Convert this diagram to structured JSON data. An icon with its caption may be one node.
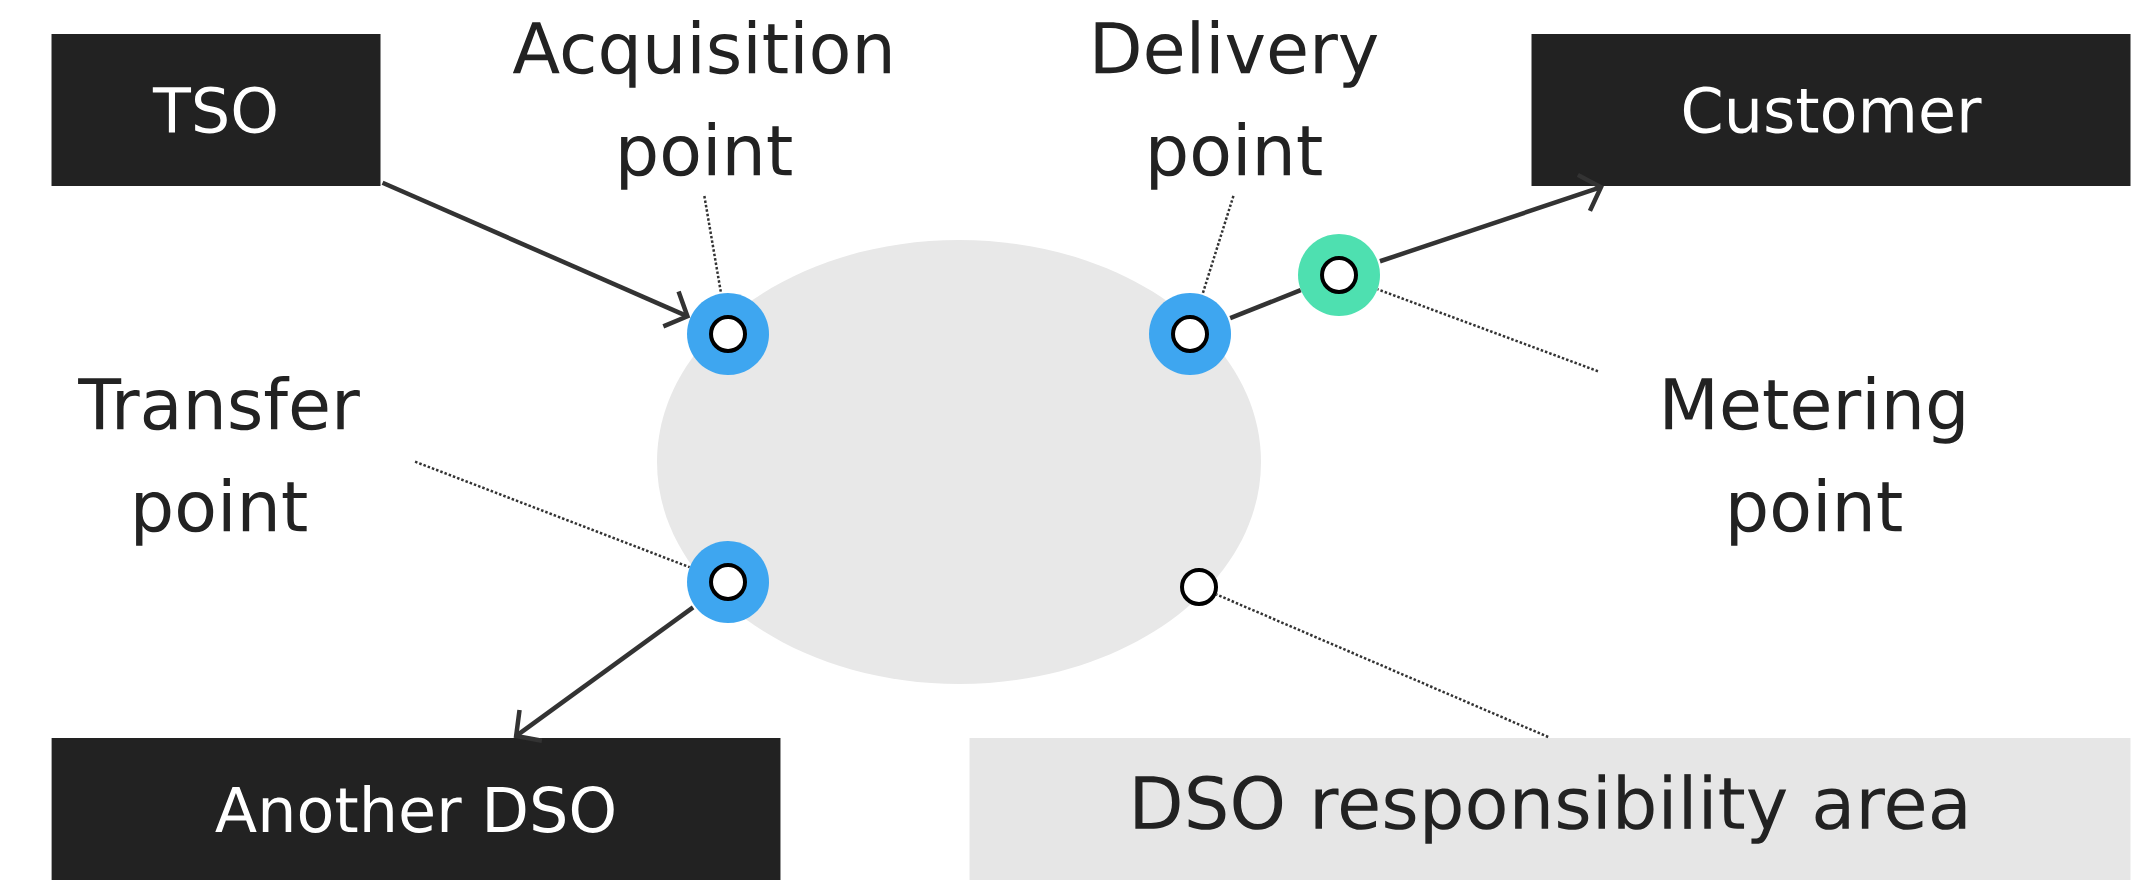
{
  "diagram": {
    "nodes": [
      {
        "text": [
          "TSO"
        ]
      },
      {
        "text": [
          "Acquisition point"
        ]
      },
      {
        "text": [
          "Delivery point"
        ]
      },
      {
        "text": [
          "Customer"
        ]
      },
      {
        "text": [],
        "shape": "circle",
        "in": 13
      },
      {
        "text": [],
        "shape": "circle",
        "in": 13
      },
      {
        "text": [],
        "shape": "circle"
      },
      {
        "text": [
          "Transfer point"
        ]
      },
      {
        "text": [
          "Metering point"
        ]
      },
      {
        "text": [],
        "shape": "circle",
        "in": 13
      },
      {
        "text": [],
        "shape": "circle",
        "in": 13
      },
      {
        "text": [
          "Another DSO"
        ]
      },
      {
        "text": [
          "DSO responsibility area"
        ]
      },
      {
        "text": [],
        "shape": "ellipse"
      }
    ],
    "edges": [
      {
        "from": 0,
        "to": 4,
        "arrow": "to"
      },
      {
        "from": 1,
        "to": 4,
        "arrow": "none",
        "style": "dashed"
      },
      {
        "from": 2,
        "to": 5,
        "arrow": "none",
        "style": "dashed"
      },
      {
        "from": 5,
        "to": 6,
        "arrow": "none"
      },
      {
        "from": 6,
        "to": 3,
        "arrow": "to"
      },
      {
        "from": 7,
        "to": 9,
        "arrow": "none",
        "style": "dashed"
      },
      {
        "from": 8,
        "to": 6,
        "arrow": "none",
        "style": "dashed"
      },
      {
        "from": 9,
        "to": 11,
        "arrow": "to"
      },
      {
        "from": 12,
        "to": 10,
        "arrow": "none",
        "style": "dashed"
      }
    ]
  }
}
